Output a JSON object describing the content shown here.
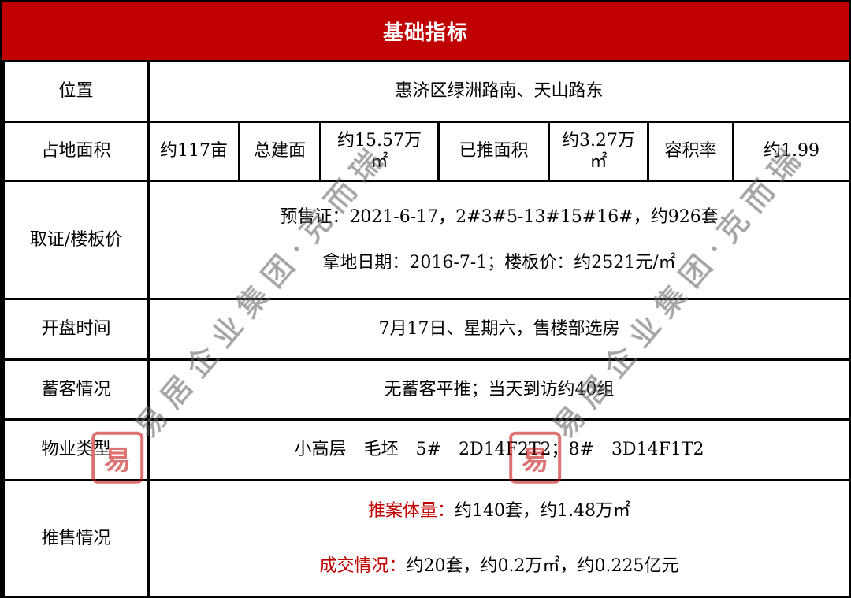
{
  "title": "基础指标",
  "rows": {
    "location": {
      "label": "位置",
      "value": "惠济区绿洲路南、天山路东"
    },
    "area": {
      "label": "占地面积",
      "land_area": "约117亩",
      "total_build_label": "总建面",
      "total_build_line1": "约15.57万",
      "total_build_line2": "㎡",
      "launched_label": "已推面积",
      "launched_line1": "约3.27万",
      "launched_line2": "㎡",
      "far_label": "容积率",
      "far_value": "约1.99"
    },
    "permit": {
      "label": "取证/楼板价",
      "presale": "预售证：2021-6-17，2#3#5-13#15#16#，约926套",
      "land": "拿地日期：2016-7-1；楼板价：约2521元/㎡"
    },
    "opening": {
      "label": "开盘时间",
      "value": "7月17日、星期六，售楼部选房"
    },
    "reserve": {
      "label": "蓄客情况",
      "value": "无蓄客平推；当天到访约40组"
    },
    "property": {
      "label": "物业类型",
      "value": "小高层　毛坯　5#　2D14F2T2；8#　3D14F1T2"
    },
    "sales": {
      "label": "推售情况",
      "volume_label": "推案体量：",
      "volume_value": "约140套，约1.48万㎡",
      "deal_label": "成交情况：",
      "deal_value": "约20套，约0.2万㎡，约0.225亿元"
    }
  },
  "watermark": {
    "seal": "易",
    "text": "易居企业集团·克而瑞"
  },
  "colors": {
    "header_bg": "#c00000",
    "accent_text": "#c00000"
  }
}
